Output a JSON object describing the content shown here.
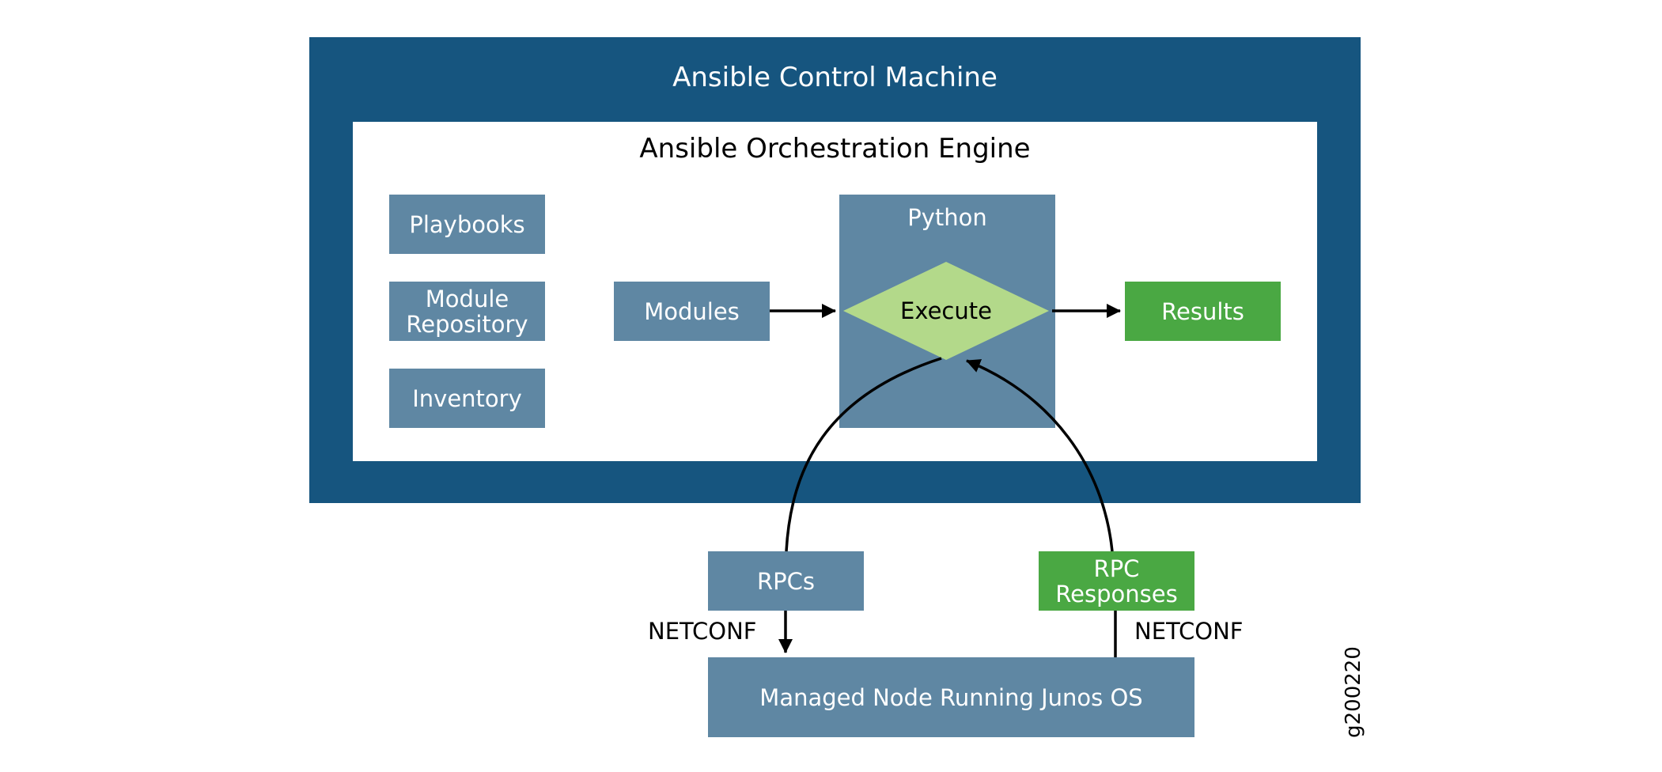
{
  "control_machine": {
    "title": "Ansible Control Machine"
  },
  "engine": {
    "title": "Ansible Orchestration Engine",
    "playbooks": "Playbooks",
    "module_repository_line1": "Module",
    "module_repository_line2": "Repository",
    "inventory": "Inventory",
    "modules": "Modules",
    "python": "Python",
    "execute": "Execute",
    "results": "Results"
  },
  "rpcs": "RPCs",
  "rpc_responses_line1": "RPC",
  "rpc_responses_line2": "Responses",
  "netconf_left": "NETCONF",
  "netconf_right": "NETCONF",
  "managed_node": "Managed Node Running Junos OS",
  "figure_id": "g200220",
  "colors": {
    "outer_blue": "#16557f",
    "box_blue": "#5f87a3",
    "green": "#4aa843",
    "execute_green": "#b3d98a"
  }
}
